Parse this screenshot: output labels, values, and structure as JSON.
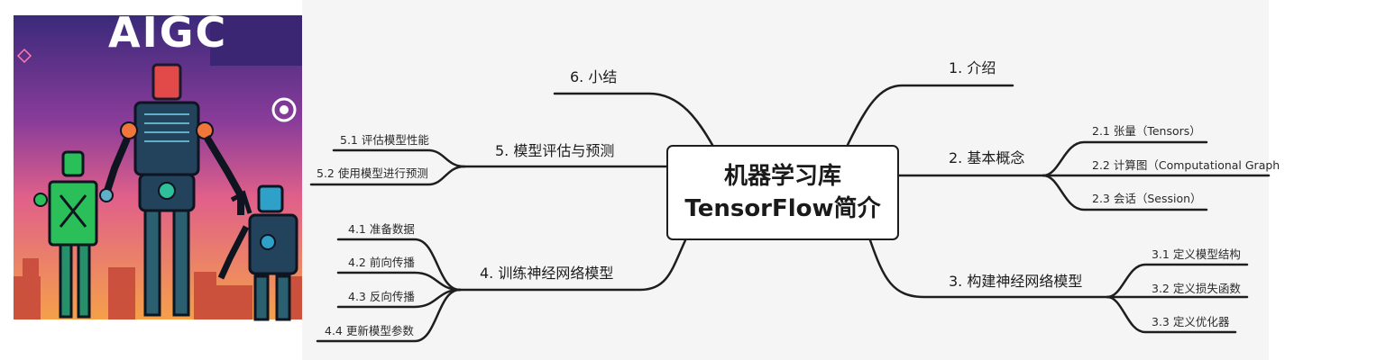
{
  "poster": {
    "title": "AIGC"
  },
  "mindmap": {
    "root": {
      "line1": "机器学习库",
      "line2": "TensorFlow简介"
    },
    "branches": [
      {
        "label": "1. 介绍",
        "children": []
      },
      {
        "label": "2. 基本概念",
        "children": [
          "2.1 张量（Tensors）",
          "2.2 计算图（Computational Graph",
          "2.3 会话（Session）"
        ]
      },
      {
        "label": "3. 构建神经网络模型",
        "children": [
          "3.1 定义模型结构",
          "3.2 定义损失函数",
          "3.3 定义优化器"
        ]
      },
      {
        "label": "4. 训练神经网络模型",
        "children": [
          "4.1 准备数据",
          "4.2 前向传播",
          "4.3 反向传播",
          "4.4 更新模型参数"
        ]
      },
      {
        "label": "5. 模型评估与预测",
        "children": [
          "5.1 评估模型性能",
          "5.2 使用模型进行预测"
        ]
      },
      {
        "label": "6. 小结",
        "children": []
      }
    ]
  },
  "colors": {
    "line": "#1e1e1e",
    "canvas_bg": "#f5f5f5",
    "poster_sky_top": "#3a2a7a",
    "poster_sky_bottom": "#f08a4b"
  }
}
